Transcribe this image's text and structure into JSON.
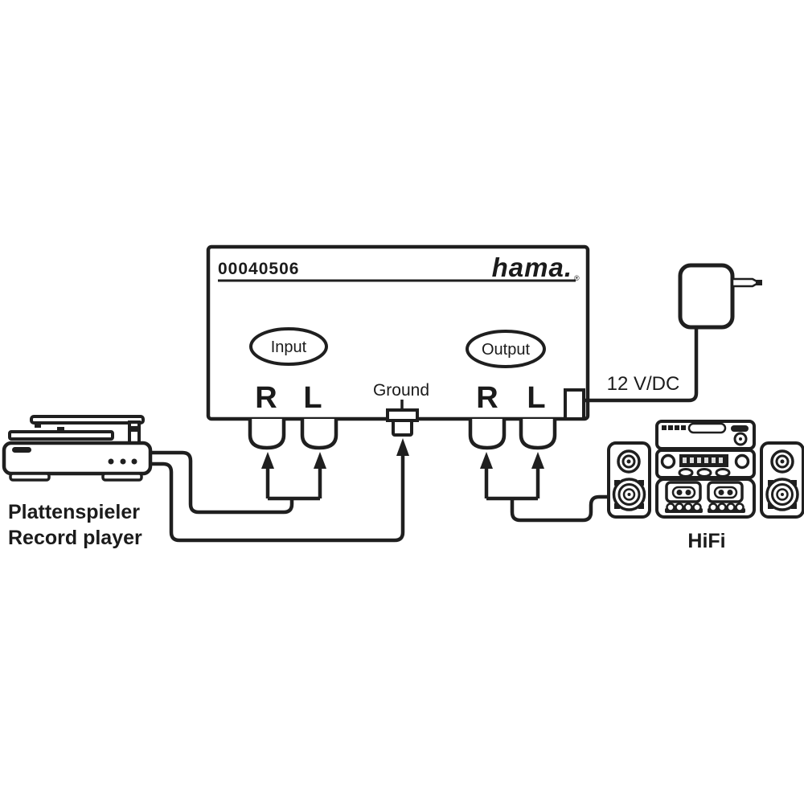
{
  "diagram": {
    "part_number": "00040506",
    "brand": "hama.",
    "brand_mark": "®",
    "preamp": {
      "input_label": "Input",
      "output_label": "Output",
      "input_channels": [
        "R",
        "L"
      ],
      "output_channels": [
        "R",
        "L"
      ],
      "ground_label": "Ground",
      "power_label": "12 V/DC"
    },
    "source_device": {
      "label_de": "Plattenspieler",
      "label_en": "Record player"
    },
    "target_device": {
      "label": "HiFi"
    },
    "connections": [
      "Record player audio cable to preamp Input R and L jacks",
      "Record player ground wire to preamp Ground terminal",
      "Preamp Output R and L jacks to HiFi system",
      "Mains power adapter to preamp 12 V/DC socket"
    ],
    "colors": {
      "line": "#1f1f1f",
      "background": "#ffffff",
      "display_dark": "#1f1f1f",
      "display_segment": "#dcdcdc"
    }
  }
}
